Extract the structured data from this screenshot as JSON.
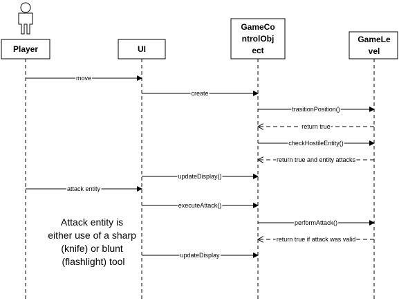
{
  "diagram": {
    "type": "sequence",
    "participants": [
      {
        "id": "player",
        "label_lines": [
          "Player"
        ],
        "actor": true
      },
      {
        "id": "ui",
        "label_lines": [
          "UI"
        ]
      },
      {
        "id": "gco",
        "label_lines": [
          "GameCo",
          "ntrolObj",
          "ect"
        ]
      },
      {
        "id": "gl",
        "label_lines": [
          "GameLe",
          "vel"
        ]
      }
    ],
    "messages": [
      {
        "from": "player",
        "to": "ui",
        "label": "move",
        "style": "solid"
      },
      {
        "from": "ui",
        "to": "gco",
        "label": "create",
        "style": "solid"
      },
      {
        "from": "gco",
        "to": "gl",
        "label": "trasitionPosition()",
        "style": "solid"
      },
      {
        "from": "gl",
        "to": "gco",
        "label": "return true",
        "style": "dashed"
      },
      {
        "from": "gco",
        "to": "gl",
        "label": "checkHostileEntity()",
        "style": "solid"
      },
      {
        "from": "gl",
        "to": "gco",
        "label": "return true and entity attacks",
        "style": "dashed"
      },
      {
        "from": "ui",
        "to": "gco",
        "label": "updateDisplay()",
        "style": "solid"
      },
      {
        "from": "player",
        "to": "ui",
        "label": "attack entity",
        "style": "solid"
      },
      {
        "from": "ui",
        "to": "gco",
        "label": "executeAttack()",
        "style": "solid"
      },
      {
        "from": "gco",
        "to": "gl",
        "label": "performAttack()",
        "style": "solid"
      },
      {
        "from": "gl",
        "to": "gco",
        "label": "return true if attack was valid",
        "style": "dashed"
      },
      {
        "from": "ui",
        "to": "gco",
        "label": "updateDisplay",
        "style": "solid"
      }
    ],
    "note": {
      "lines": [
        "Attack entity is",
        "either use of a sharp",
        "(knife) or blunt",
        "(flashlight) tool"
      ]
    }
  }
}
